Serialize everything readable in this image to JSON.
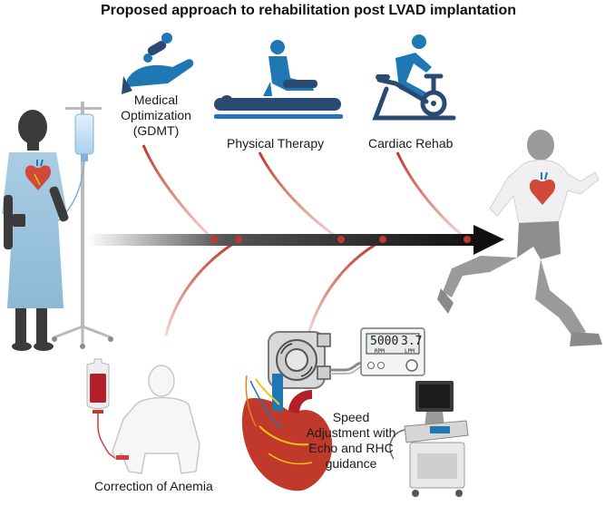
{
  "title": "Proposed approach to rehabilitation post LVAD implantation",
  "steps": {
    "medical": "Medical Optimization (GDMT)",
    "physical": "Physical Therapy",
    "cardiac": "Cardiac Rehab",
    "anemia": "Correction of Anemia",
    "speed": "Speed Adjustment with Echo and RHC guidance"
  },
  "controller": {
    "rpm_value": "5000",
    "rpm_unit": "RPM",
    "lpm_value": "3.7",
    "lpm_unit": "LPM"
  },
  "colors": {
    "accent": "#1f78b4",
    "navy": "#2b4a73",
    "branch": "#c0392b",
    "arrow": "#111111",
    "figure": "#9a9a9a"
  },
  "icons": [
    "pill-hand-icon",
    "massage-table-icon",
    "stationary-bike-icon",
    "blood-bag-icon",
    "lvad-pump-icon",
    "ultrasound-machine-icon",
    "heart-icon"
  ]
}
